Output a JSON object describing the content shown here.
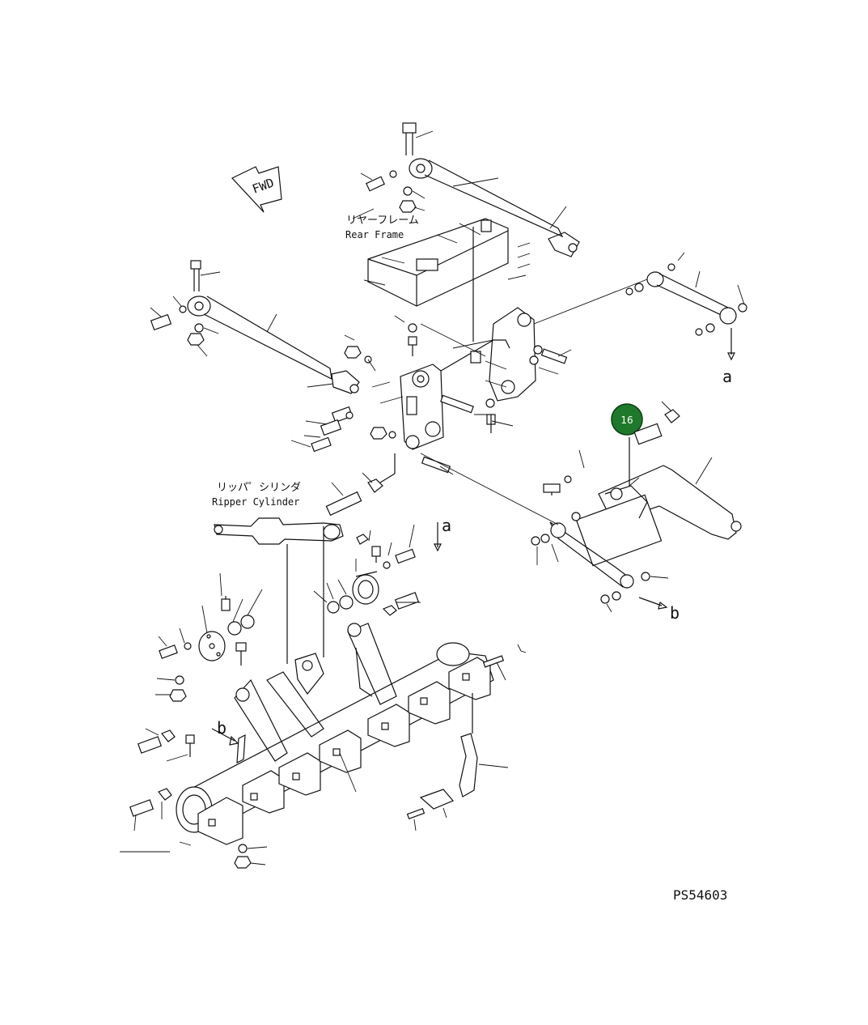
{
  "diagram": {
    "fwd_label": "FWD",
    "rear_frame_jp": "リヤーフレーム",
    "rear_frame_en": "Rear Frame",
    "ripper_cylinder_jp": "リッパ゜シリンダ",
    "ripper_cylinder_en": "Ripper Cylinder",
    "ref_a": "a",
    "ref_b": "b",
    "callout_number": "16",
    "callout_color": "#1e7a2a",
    "drawing_code": "PS54603"
  }
}
